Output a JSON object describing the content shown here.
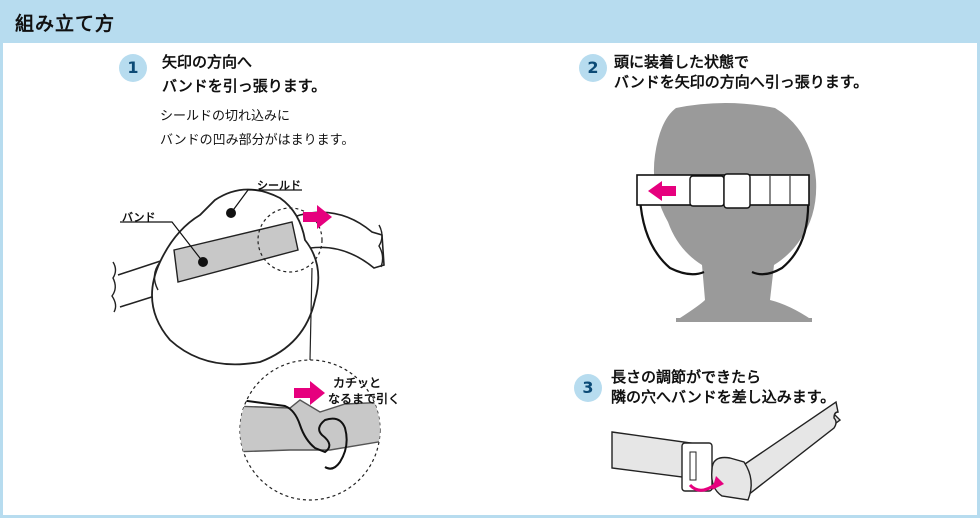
{
  "header": {
    "title": "組み立て方"
  },
  "steps": [
    {
      "number": "1",
      "title_lines": [
        "矢印の方向へ",
        "バンドを引っ張ります。"
      ],
      "note_lines": [
        "シールドの切れ込みに",
        "バンドの凹み部分がはまります。"
      ],
      "labels": {
        "shield": "シールド",
        "band": "バンド",
        "click": [
          "カチッと",
          "なるまで引く"
        ]
      }
    },
    {
      "number": "2",
      "title_lines": [
        "頭に装着した状態で",
        "バンドを矢印の方向へ引っ張ります。"
      ]
    },
    {
      "number": "3",
      "title_lines": [
        "長さの調節ができたら",
        "隣の穴へバンドを差し込みます。"
      ]
    }
  ],
  "colors": {
    "header_bg": "#b7dcef",
    "arrow": "#e6007e",
    "silhouette": "#9a9a9a",
    "band_fill": "#c8c8c8",
    "number_text": "#0b4a76"
  },
  "icons": [
    "arrow-right-icon",
    "arrow-left-icon",
    "curved-arrow-icon"
  ]
}
